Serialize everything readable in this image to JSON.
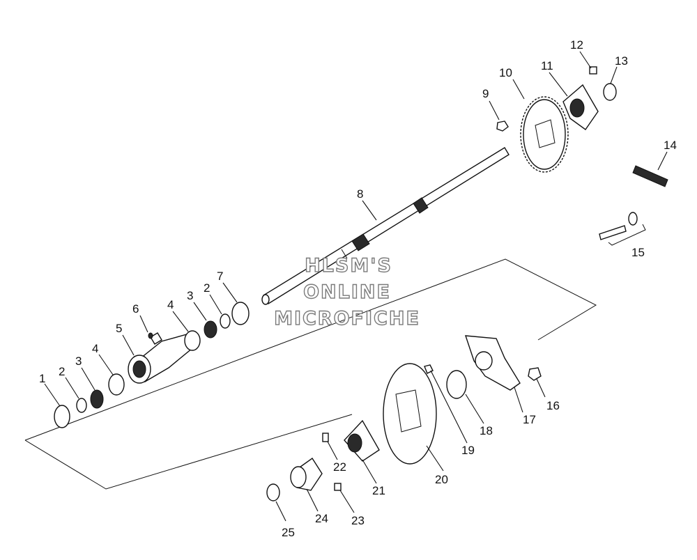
{
  "watermark": {
    "line1": "HLSM'S",
    "line2": "ONLINE",
    "line3": "MICROFICHE"
  },
  "callouts": [
    "1",
    "2",
    "3",
    "4",
    "5",
    "6",
    "4",
    "3",
    "2",
    "7",
    "8",
    "9",
    "10",
    "11",
    "12",
    "13",
    "14",
    "15",
    "16",
    "17",
    "18",
    "19",
    "20",
    "21",
    "22",
    "23",
    "24",
    "25"
  ]
}
